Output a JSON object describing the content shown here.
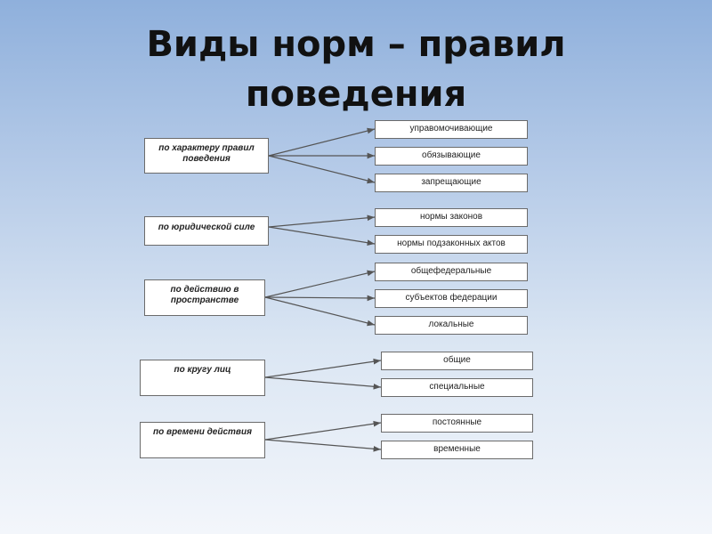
{
  "title": {
    "line1": "Виды норм – правил",
    "line2": "поведения"
  },
  "groups": [
    {
      "label": "по характеру правил поведения",
      "items": [
        "управомочивающие",
        "обязывающие",
        "запрещающие"
      ]
    },
    {
      "label": "по юридической силе",
      "items": [
        "нормы законов",
        "нормы подзаконных актов"
      ]
    },
    {
      "label": "по действию в пространстве",
      "items": [
        "общефедеральные",
        "субъектов федерации",
        "локальные"
      ]
    },
    {
      "label": "по кругу лиц",
      "items": [
        "общие",
        "специальные"
      ]
    },
    {
      "label": "по времени действия",
      "items": [
        "постоянные",
        "временные"
      ]
    }
  ]
}
